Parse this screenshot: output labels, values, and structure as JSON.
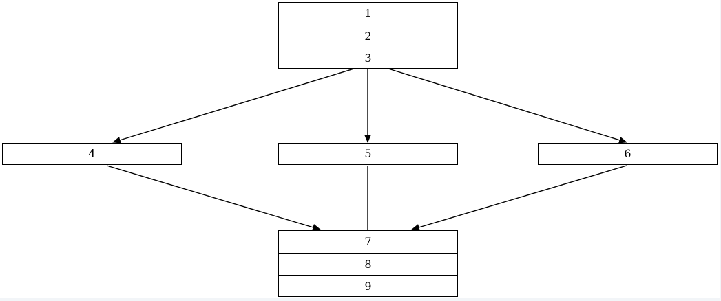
{
  "diagram": {
    "nodes": [
      {
        "id": "top",
        "cells": [
          "1",
          "2",
          "3"
        ]
      },
      {
        "id": "left",
        "cells": [
          "4"
        ]
      },
      {
        "id": "mid",
        "cells": [
          "5"
        ]
      },
      {
        "id": "right",
        "cells": [
          "6"
        ]
      },
      {
        "id": "bottom",
        "cells": [
          "7",
          "8",
          "9"
        ]
      }
    ],
    "edges": [
      {
        "from": "3",
        "to": "4",
        "arrow": true
      },
      {
        "from": "3",
        "to": "5",
        "arrow": true
      },
      {
        "from": "3",
        "to": "6",
        "arrow": true
      },
      {
        "from": "4",
        "to": "7",
        "arrow": true
      },
      {
        "from": "5",
        "to": "7",
        "arrow": false
      },
      {
        "from": "6",
        "to": "7",
        "arrow": true
      }
    ],
    "colors": {
      "line": "#000000",
      "background": "#ffffff",
      "page": "#f2f5f8"
    }
  }
}
